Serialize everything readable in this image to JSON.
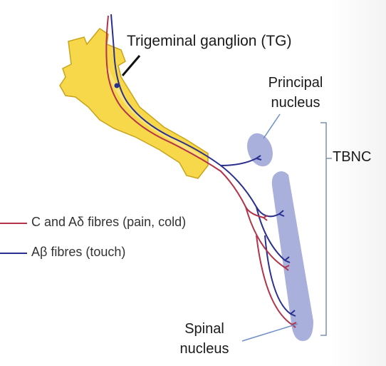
{
  "labels": {
    "trigeminal_ganglion": "Trigeminal ganglion (TG)",
    "principal_line1": "Principal",
    "principal_line2": "nucleus",
    "tbnc": "TBNC",
    "spinal_line1": "Spinal",
    "spinal_line2": "nucleus"
  },
  "legend": {
    "c_fibres": "C and Aδ fibres (pain, cold)",
    "ab_fibres": "Aβ fibres (touch)"
  },
  "colors": {
    "ganglion_fill": "#f7d84a",
    "ganglion_stroke": "#c9a41a",
    "nucleus_fill": "#aab0dc",
    "red_fibre": "#b2334a",
    "blue_fibre": "#2b2f8f",
    "bracket": "#7e8fb0",
    "pointer": "#6f8fc8"
  }
}
